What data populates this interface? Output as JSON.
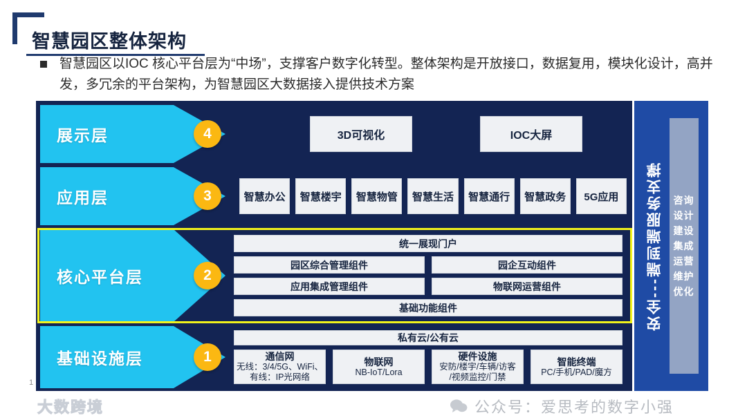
{
  "slide": {
    "title": "智慧园区整体架构",
    "page_number": "1",
    "bullet": "智慧园区以IOC 核心平台层为“中场”，支撑客户数字化转型。整体架构是开放接口，数据复用，模块化设计，高并发，多冗余的平台架构，为智慧园区大数据接入提供技术方案"
  },
  "colors": {
    "cyan": "#22C3F0",
    "navy": "#132453",
    "badge_yellow": "#FBB812",
    "highlight_yellow": "#F2F31B",
    "support_blue": "#1F4BA5",
    "support_box_gray": "#93A4C4",
    "card_bg": "#EFF1F4",
    "title_blue": "#1F3A6E"
  },
  "diagram": {
    "layers": [
      {
        "key": "display",
        "name": "展示层",
        "badge": "4",
        "cards": [
          {
            "title": "3D可视化"
          },
          {
            "title": "IOC大屏"
          }
        ]
      },
      {
        "key": "application",
        "name": "应用层",
        "badge": "3",
        "cards": [
          {
            "title": "智慧办公"
          },
          {
            "title": "智慧楼宇"
          },
          {
            "title": "智慧物管"
          },
          {
            "title": "智慧生活"
          },
          {
            "title": "智慧通行"
          },
          {
            "title": "智慧政务"
          },
          {
            "title": "5G应用"
          }
        ]
      },
      {
        "key": "core-platform",
        "name": "核心平台层",
        "badge": "2",
        "highlighted": true,
        "rows": [
          {
            "cards": [
              {
                "title": "统一展现门户"
              }
            ]
          },
          {
            "cards": [
              {
                "title": "园区综合管理组件"
              },
              {
                "title": "园企互动组件"
              }
            ]
          },
          {
            "cards": [
              {
                "title": "应用集成管理组件"
              },
              {
                "title": "物联网运营组件"
              }
            ]
          },
          {
            "cards": [
              {
                "title": "基础功能组件"
              }
            ]
          }
        ]
      },
      {
        "key": "infrastructure",
        "name": "基础设施层",
        "badge": "1",
        "top_card": {
          "title": "私有云/公有云"
        },
        "cards": [
          {
            "title": "通信网",
            "sub1": "无线：3/4/5G、WiFi、",
            "sub2": "有线：IP光网络"
          },
          {
            "title": "物联网",
            "sub1": "NB-IoT/Lora",
            "sub2": ""
          },
          {
            "title": "硬件设施",
            "sub1": "安防/楼宇/车辆/访客",
            "sub2": "/视频监控/门禁"
          },
          {
            "title": "智能终端",
            "sub1": "PC/手机/PAD/魔方",
            "sub2": ""
          }
        ]
      }
    ],
    "support": {
      "label": "安全---端到端服务支撑",
      "items": [
        "咨询",
        "设计",
        "建设",
        "集成",
        "运营",
        "维护",
        "优化"
      ]
    }
  },
  "watermarks": {
    "left": {
      "text": "大数跨境",
      "icon": "brand-logo-icon"
    },
    "right": {
      "text": "公众号：爱思考的数字小强",
      "icon": "wechat-icon"
    }
  }
}
